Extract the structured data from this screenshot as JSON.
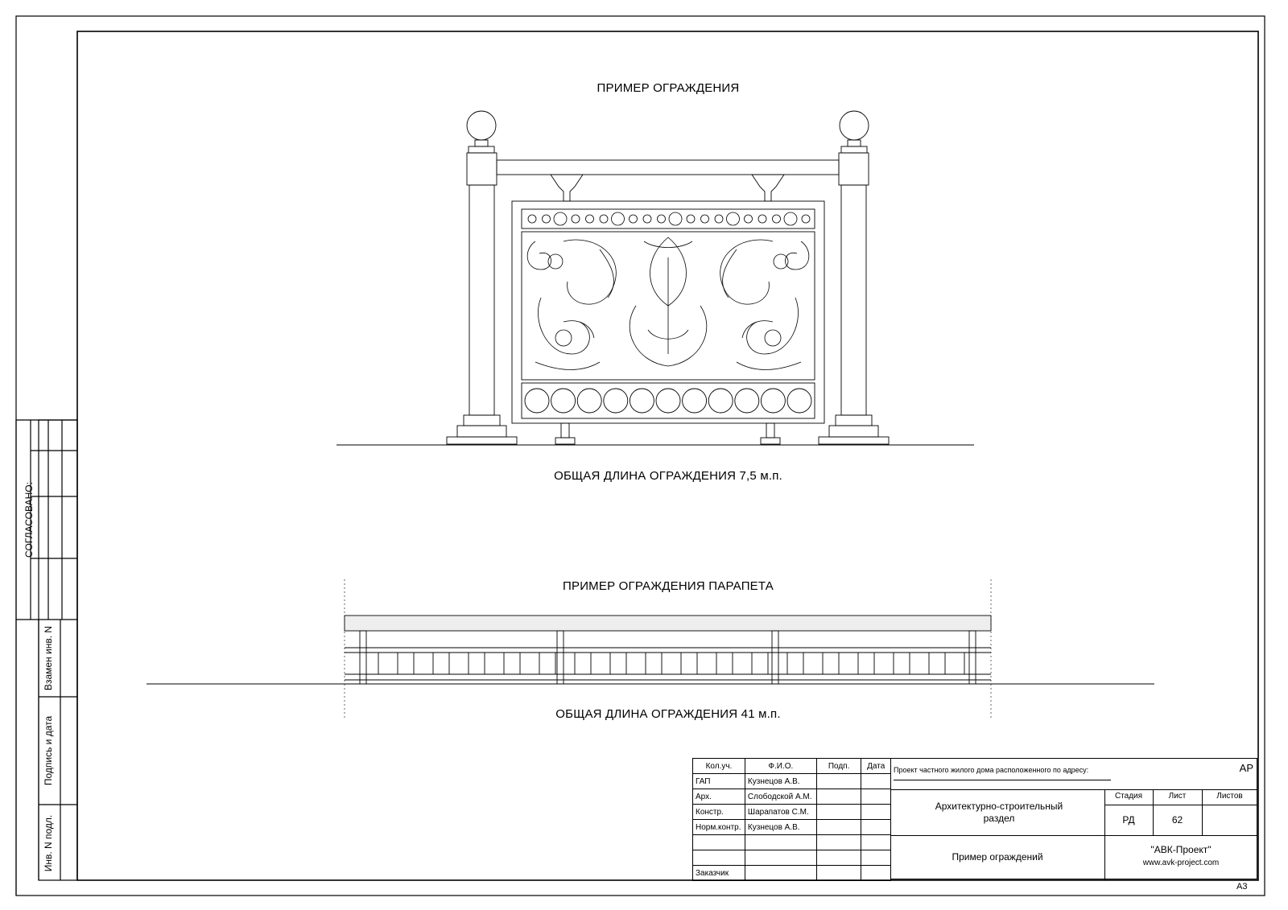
{
  "drawing": {
    "fence_title": "ПРИМЕР ОГРАЖДЕНИЯ",
    "fence_length": "ОБЩАЯ ДЛИНА ОГРАЖДЕНИЯ 7,5 м.п.",
    "parapet_title": "ПРИМЕР ОГРАЖДЕНИЯ ПАРАПЕТА",
    "parapet_length": "ОБЩАЯ ДЛИНА ОГРАЖДЕНИЯ 41 м.п."
  },
  "side_stamp": {
    "agreed": "СОГЛАСОВАНО:",
    "replaced_inv": "Взамен инв. N",
    "sign_date": "Подпись и дата",
    "inv_orig": "Инв. N подл."
  },
  "title_block": {
    "headers": [
      "Кол.уч.",
      "Ф.И.О.",
      "Подп.",
      "Дата"
    ],
    "rows": [
      {
        "role": "ГАП",
        "name": "Кузнецов А.В."
      },
      {
        "role": "Арх.",
        "name": "Слободской А.М."
      },
      {
        "role": "Констр.",
        "name": "Шарапатов С.М."
      },
      {
        "role": "Норм.контр.",
        "name": "Кузнецов А.В."
      },
      {
        "role": "",
        "name": ""
      },
      {
        "role": "",
        "name": ""
      },
      {
        "role": "Заказчик",
        "name": ""
      }
    ],
    "project": "Проект частного жилого дома расположенного по адресу:",
    "code": "АР",
    "section": "Архитектурно-строительный раздел",
    "stage_label": "Стадия",
    "sheet_label": "Лист",
    "sheets_label": "Листов",
    "stage": "РД",
    "sheet": "62",
    "sheets": "",
    "sheet_title": "Пример ограждений",
    "company": "\"АВК-Проект\"",
    "website": "www.avk-project.com",
    "format": "А3"
  }
}
